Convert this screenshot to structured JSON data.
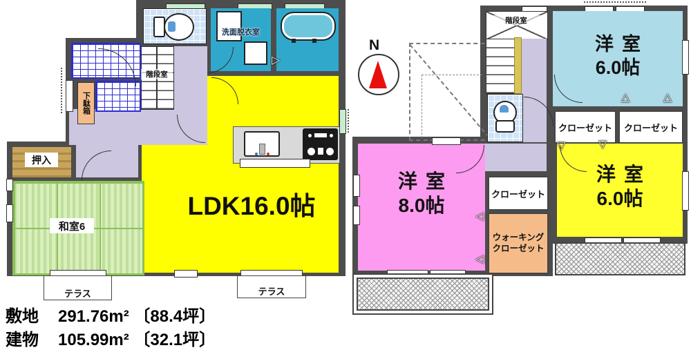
{
  "compass": {
    "label": "N"
  },
  "icons": {
    "tri_up": "△",
    "tri_down": "▽",
    "tri_left": "◁",
    "tri_right": "▷"
  },
  "floor1": {
    "labels": {
      "ldk": "LDK16.0帖",
      "washitsu": "和室6",
      "oshiire": "押入",
      "getabako": "下駄箱",
      "stairs": "階段室",
      "washroom": "洗面脱衣室",
      "terrace": "テラス"
    }
  },
  "floor2": {
    "labels": {
      "stairs": "階段室",
      "bedroom_blue_name": "洋室",
      "bedroom_blue_size": "6.0帖",
      "bedroom_pink_name": "洋室",
      "bedroom_pink_size": "8.0帖",
      "bedroom_yellow_name": "洋室",
      "bedroom_yellow_size": "6.0帖",
      "closet": "クローゼット",
      "walkin_line1": "ウォーキング",
      "walkin_line2": "クローゼット"
    }
  },
  "summary": {
    "site_label": "敷地",
    "site_value": "291.76m²",
    "site_tsubo": "〔88.4坪〕",
    "building_label": "建物",
    "building_value": "105.99m²",
    "building_tsubo": "〔32.1坪〕"
  },
  "colors": {
    "wall": "#4d4d4d",
    "ldk_yellow": "#ffff00",
    "washitsu_green": "#d9efbc",
    "hall_lavender": "#cdc6e0",
    "wet_teal": "#2fa8cc",
    "closet_orange": "#f5bc8a",
    "oshiire_tan": "#c9a45c",
    "bedroom_pink": "#fc9bef",
    "bedroom_blue": "#aedbe8",
    "bedroom_yellow": "#ffff2e",
    "compass_red": "#e8100c",
    "rail_yellow": "#d9c45a",
    "entrance_grid_blue": "#2b2bd5"
  }
}
